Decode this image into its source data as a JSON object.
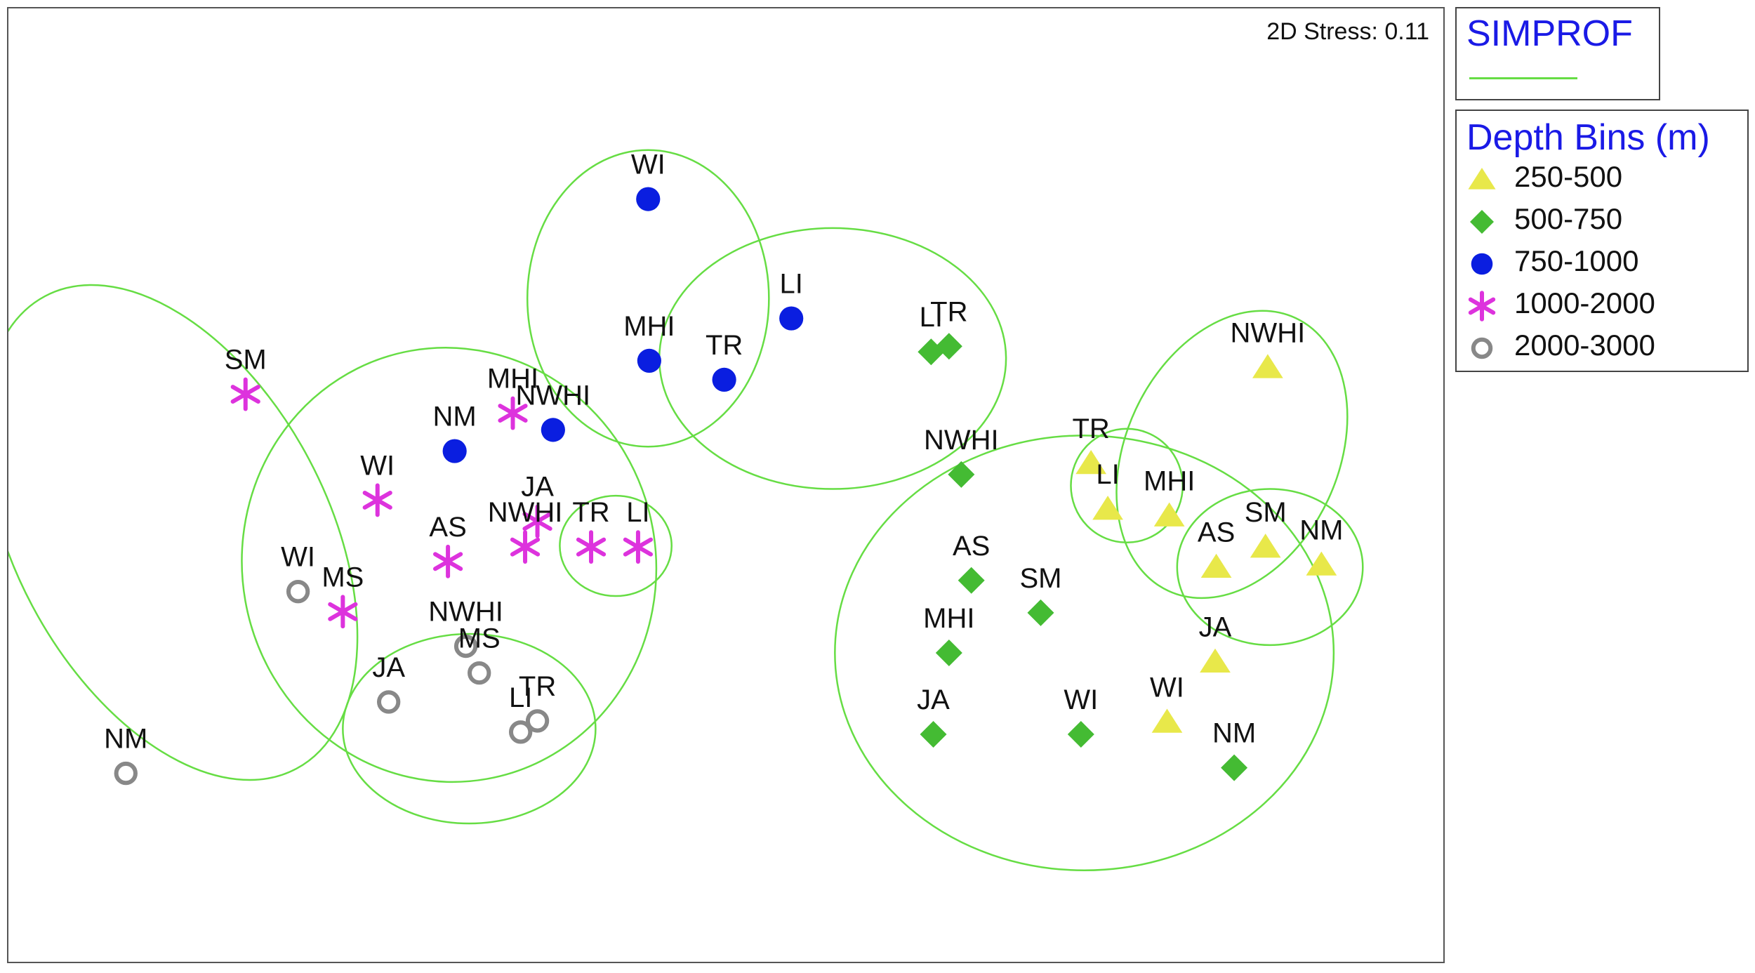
{
  "chart_data": {
    "type": "scatter",
    "title": "",
    "xlabel": "",
    "ylabel": "",
    "stress_label": "2D Stress: 0.11",
    "simprof_legend": {
      "title": "SIMPROF",
      "line_color": "#66dd44"
    },
    "depth_legend": {
      "title": "Depth Bins (m)",
      "placement": "right",
      "entries": [
        {
          "key": "250-500",
          "label": "250-500",
          "marker": "triangle",
          "color": "#e8e84a"
        },
        {
          "key": "500-750",
          "label": "500-750",
          "marker": "diamond",
          "color": "#44bb33"
        },
        {
          "key": "750-1000",
          "label": "750-1000",
          "marker": "circle",
          "color": "#0a1ee0"
        },
        {
          "key": "1000-2000",
          "label": "1000-2000",
          "marker": "asterisk",
          "color": "#dd33dd"
        },
        {
          "key": "2000-3000",
          "label": "2000-3000",
          "marker": "ring",
          "color": "#888888"
        }
      ]
    },
    "xlim": [
      0,
      1283
    ],
    "ylim": [
      0,
      855
    ],
    "series": [
      {
        "name": "250-500",
        "points": [
          {
            "label": "NWHI",
            "x": 1126,
            "y": 533
          },
          {
            "label": "TR",
            "x": 968,
            "y": 447
          },
          {
            "label": "LI",
            "x": 983,
            "y": 406
          },
          {
            "label": "MHI",
            "x": 1038,
            "y": 400
          },
          {
            "label": "AS",
            "x": 1080,
            "y": 354
          },
          {
            "label": "SM",
            "x": 1124,
            "y": 372
          },
          {
            "label": "NM",
            "x": 1174,
            "y": 356
          },
          {
            "label": "JA",
            "x": 1079,
            "y": 269
          },
          {
            "label": "WI",
            "x": 1036,
            "y": 215
          }
        ]
      },
      {
        "name": "500-750",
        "points": [
          {
            "label": "LI",
            "x": 825,
            "y": 547
          },
          {
            "label": "TR",
            "x": 841,
            "y": 552
          },
          {
            "label": "NWHI",
            "x": 852,
            "y": 437
          },
          {
            "label": "AS",
            "x": 861,
            "y": 342
          },
          {
            "label": "SM",
            "x": 923,
            "y": 313
          },
          {
            "label": "MHI",
            "x": 841,
            "y": 277
          },
          {
            "label": "JA",
            "x": 827,
            "y": 204
          },
          {
            "label": "WI",
            "x": 959,
            "y": 204
          },
          {
            "label": "NM",
            "x": 1096,
            "y": 174
          }
        ]
      },
      {
        "name": "750-1000",
        "points": [
          {
            "label": "WI",
            "x": 572,
            "y": 684
          },
          {
            "label": "LI",
            "x": 700,
            "y": 577
          },
          {
            "label": "MHI",
            "x": 573,
            "y": 539
          },
          {
            "label": "TR",
            "x": 640,
            "y": 522
          },
          {
            "label": "NWHI",
            "x": 487,
            "y": 477
          },
          {
            "label": "NM",
            "x": 399,
            "y": 458
          }
        ]
      },
      {
        "name": "1000-2000",
        "points": [
          {
            "label": "SM",
            "x": 212,
            "y": 509
          },
          {
            "label": "MHI",
            "x": 451,
            "y": 492
          },
          {
            "label": "WI",
            "x": 330,
            "y": 414
          },
          {
            "label": "JA",
            "x": 473,
            "y": 395
          },
          {
            "label": "NWHI",
            "x": 462,
            "y": 372
          },
          {
            "label": "AS",
            "x": 393,
            "y": 359
          },
          {
            "label": "TR",
            "x": 521,
            "y": 372
          },
          {
            "label": "LI",
            "x": 563,
            "y": 372
          },
          {
            "label": "MS",
            "x": 299,
            "y": 314
          }
        ]
      },
      {
        "name": "2000-3000",
        "points": [
          {
            "label": "WI",
            "x": 259,
            "y": 332
          },
          {
            "label": "NWHI",
            "x": 409,
            "y": 283
          },
          {
            "label": "MS",
            "x": 421,
            "y": 259
          },
          {
            "label": "JA",
            "x": 340,
            "y": 233
          },
          {
            "label": "TR",
            "x": 473,
            "y": 216
          },
          {
            "label": "LI",
            "x": 458,
            "y": 206
          },
          {
            "label": "NM",
            "x": 105,
            "y": 169
          }
        ]
      }
    ],
    "simprof_groups": [
      {
        "cx": 145,
        "cy": 385,
        "rx": 140,
        "ry": 240,
        "rotate": -28
      },
      {
        "cx": 394,
        "cy": 356,
        "rx": 185,
        "ry": 195,
        "rotate": -10
      },
      {
        "cx": 412,
        "cy": 209,
        "rx": 113,
        "ry": 85,
        "rotate": 0
      },
      {
        "cx": 543,
        "cy": 373,
        "rx": 50,
        "ry": 45,
        "rotate": 0
      },
      {
        "cx": 572,
        "cy": 595,
        "rx": 108,
        "ry": 133,
        "rotate": 0
      },
      {
        "cx": 737,
        "cy": 541,
        "rx": 155,
        "ry": 117,
        "rotate": 0
      },
      {
        "cx": 962,
        "cy": 277,
        "rx": 223,
        "ry": 195,
        "rotate": 0
      },
      {
        "cx": 1094,
        "cy": 455,
        "rx": 95,
        "ry": 135,
        "rotate": 25
      },
      {
        "cx": 1000,
        "cy": 427,
        "rx": 50,
        "ry": 51,
        "rotate": 0
      },
      {
        "cx": 1128,
        "cy": 354,
        "rx": 83,
        "ry": 70,
        "rotate": 0
      }
    ]
  }
}
